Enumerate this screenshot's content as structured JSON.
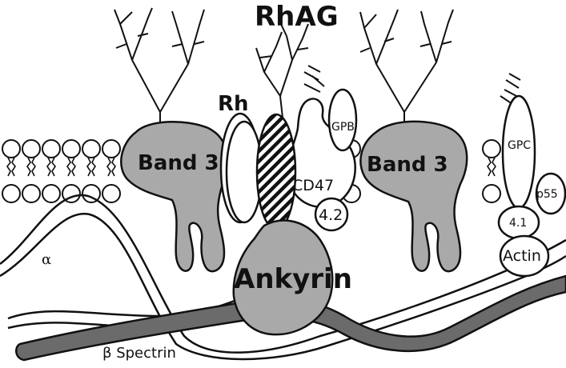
{
  "labels": {
    "rhag": "RhAG",
    "rh": "Rh",
    "gpb": "GPB",
    "band3_left": "Band 3",
    "band3_right": "Band 3",
    "cd47": "CD47",
    "protein_42": "4.2",
    "gpc": "GPC",
    "p55": "p55",
    "protein_41": "4.1",
    "actin": "Actin",
    "ankyrin": "Ankyrin",
    "alpha": "α",
    "beta_spectrin": "β Spectrin"
  },
  "colors": {
    "protein_fill": "#a9a9a9",
    "outline": "#111111",
    "background": "#ffffff"
  }
}
